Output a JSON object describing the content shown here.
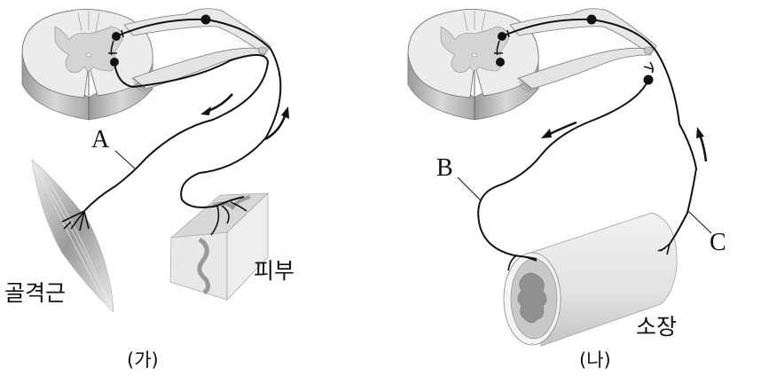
{
  "panel_ga": {
    "caption": "(가)",
    "nerve_label": "A",
    "muscle_label": "골격근",
    "skin_label": "피부"
  },
  "panel_na": {
    "caption": "(나)",
    "nerve_label_b": "B",
    "nerve_label_c": "C",
    "intestine_label": "소장"
  },
  "colors": {
    "line": "#111111",
    "tissue_light": "#e6e6e6",
    "tissue_mid": "#b5b5b5",
    "tissue_dark": "#888888"
  }
}
